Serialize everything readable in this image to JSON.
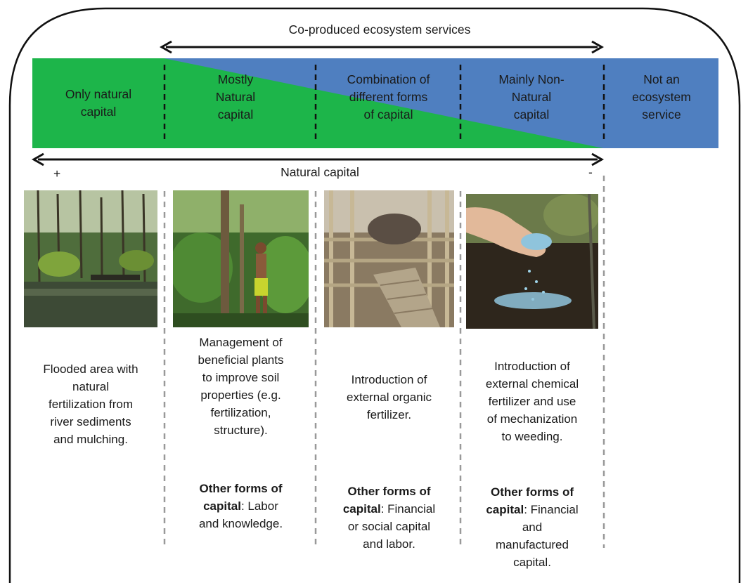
{
  "title_top": "Co-produced ecosystem services",
  "axis_label": "Natural capital",
  "axis_plus": "+",
  "axis_minus": "-",
  "colors": {
    "green": "#1db54a",
    "blue": "#4f7fc0",
    "frame": "#111111",
    "divider": "#999999"
  },
  "bands": [
    {
      "label": "Only natural\ncapital"
    },
    {
      "label": "Mostly\nNatural\ncapital"
    },
    {
      "label": "Combination of\ndifferent forms\nof capital"
    },
    {
      "label": "Mainly Non-\nNatural\ncapital"
    },
    {
      "label": "Not an\necosystem\nservice"
    }
  ],
  "columns": [
    {
      "photo_icon": "flooded-forest-photo",
      "description": "Flooded area with\nnatural\nfertilization from\nriver sediments\nand mulching.",
      "other_bold": "",
      "other_text": ""
    },
    {
      "photo_icon": "man-in-forest-photo",
      "description": "Management of\nbeneficial plants\nto improve soil\nproperties (e.g.\nfertilization,\nstructure).",
      "other_bold": "Other forms of\ncapital",
      "other_text": ":  Labor\nand knowledge."
    },
    {
      "photo_icon": "livestock-pen-photo",
      "description": "Introduction of\nexternal organic\nfertilizer.",
      "other_bold": "Other forms of\ncapital",
      "other_text": ":  Financial\nor social capital\nand labor."
    },
    {
      "photo_icon": "chemical-fertilizer-hand-photo",
      "description": "Introduction of\nexternal chemical\nfertilizer and use\nof mechanization\nto weeding.",
      "other_bold": "Other forms of\ncapital",
      "other_text": ":  Financial\nand\nmanufactured\ncapital."
    }
  ]
}
